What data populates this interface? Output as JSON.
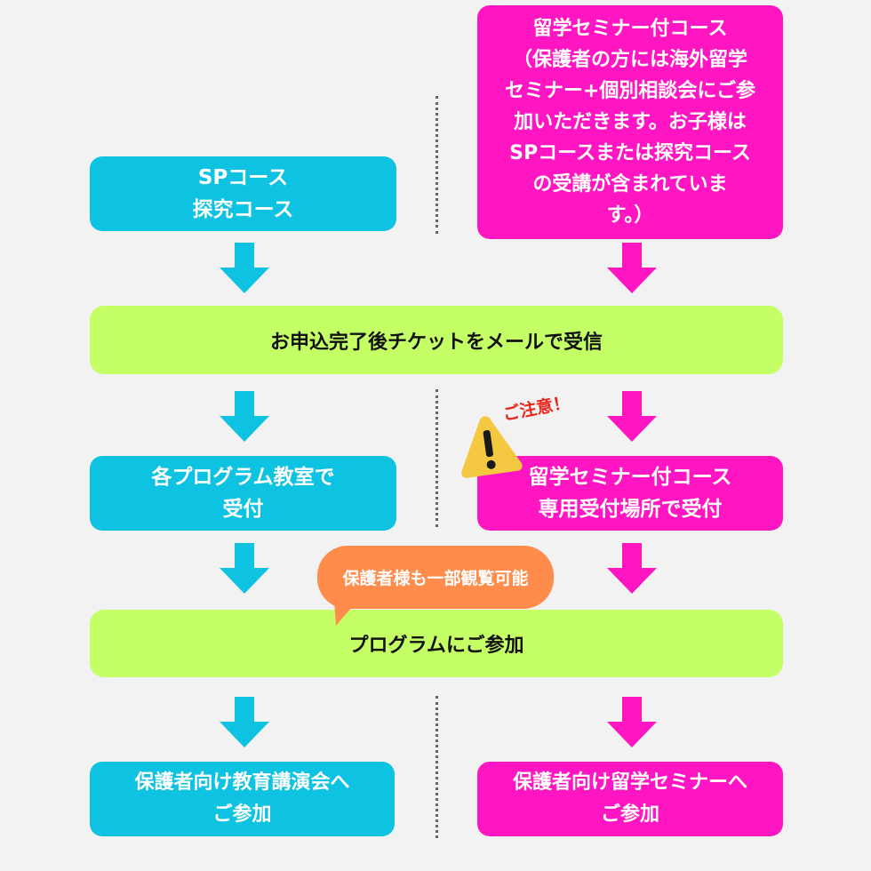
{
  "colors": {
    "background": "#f2f2f2",
    "cyan": "#0ec2e2",
    "pink": "#ff16c2",
    "green": "#c5ff66",
    "bubble": "#ff8c4a",
    "warning": "#f5c842",
    "caution_text": "#e8281e"
  },
  "left": {
    "start": [
      "SPコース",
      "探究コース"
    ],
    "reception": [
      "各プログラム教室で",
      "受付"
    ],
    "final": [
      "保護者向け教育講演会へ",
      "ご参加"
    ]
  },
  "right": {
    "start": [
      "留学セミナー付コース",
      "（保護者の方には海外留学",
      "セミナー+個別相談会にご参",
      "加いただきます。お子様は",
      "SPコースまたは探究コース",
      "の受講が含まれていま",
      "す。）"
    ],
    "caution": "ご注意！",
    "reception": [
      "留学セミナー付コース",
      "専用受付場所で受付"
    ],
    "final": [
      "保護者向け留学セミナーへ",
      "ご参加"
    ]
  },
  "shared": {
    "ticket": "お申込完了後チケットをメールで受信",
    "program": "プログラムにご参加"
  },
  "bubble": {
    "text": "保護者様も一部観覧可能"
  },
  "icons": {
    "arrow": "down-arrow-icon",
    "warning": "warning-triangle-icon",
    "bubble_tail": "speech-bubble-tail"
  }
}
